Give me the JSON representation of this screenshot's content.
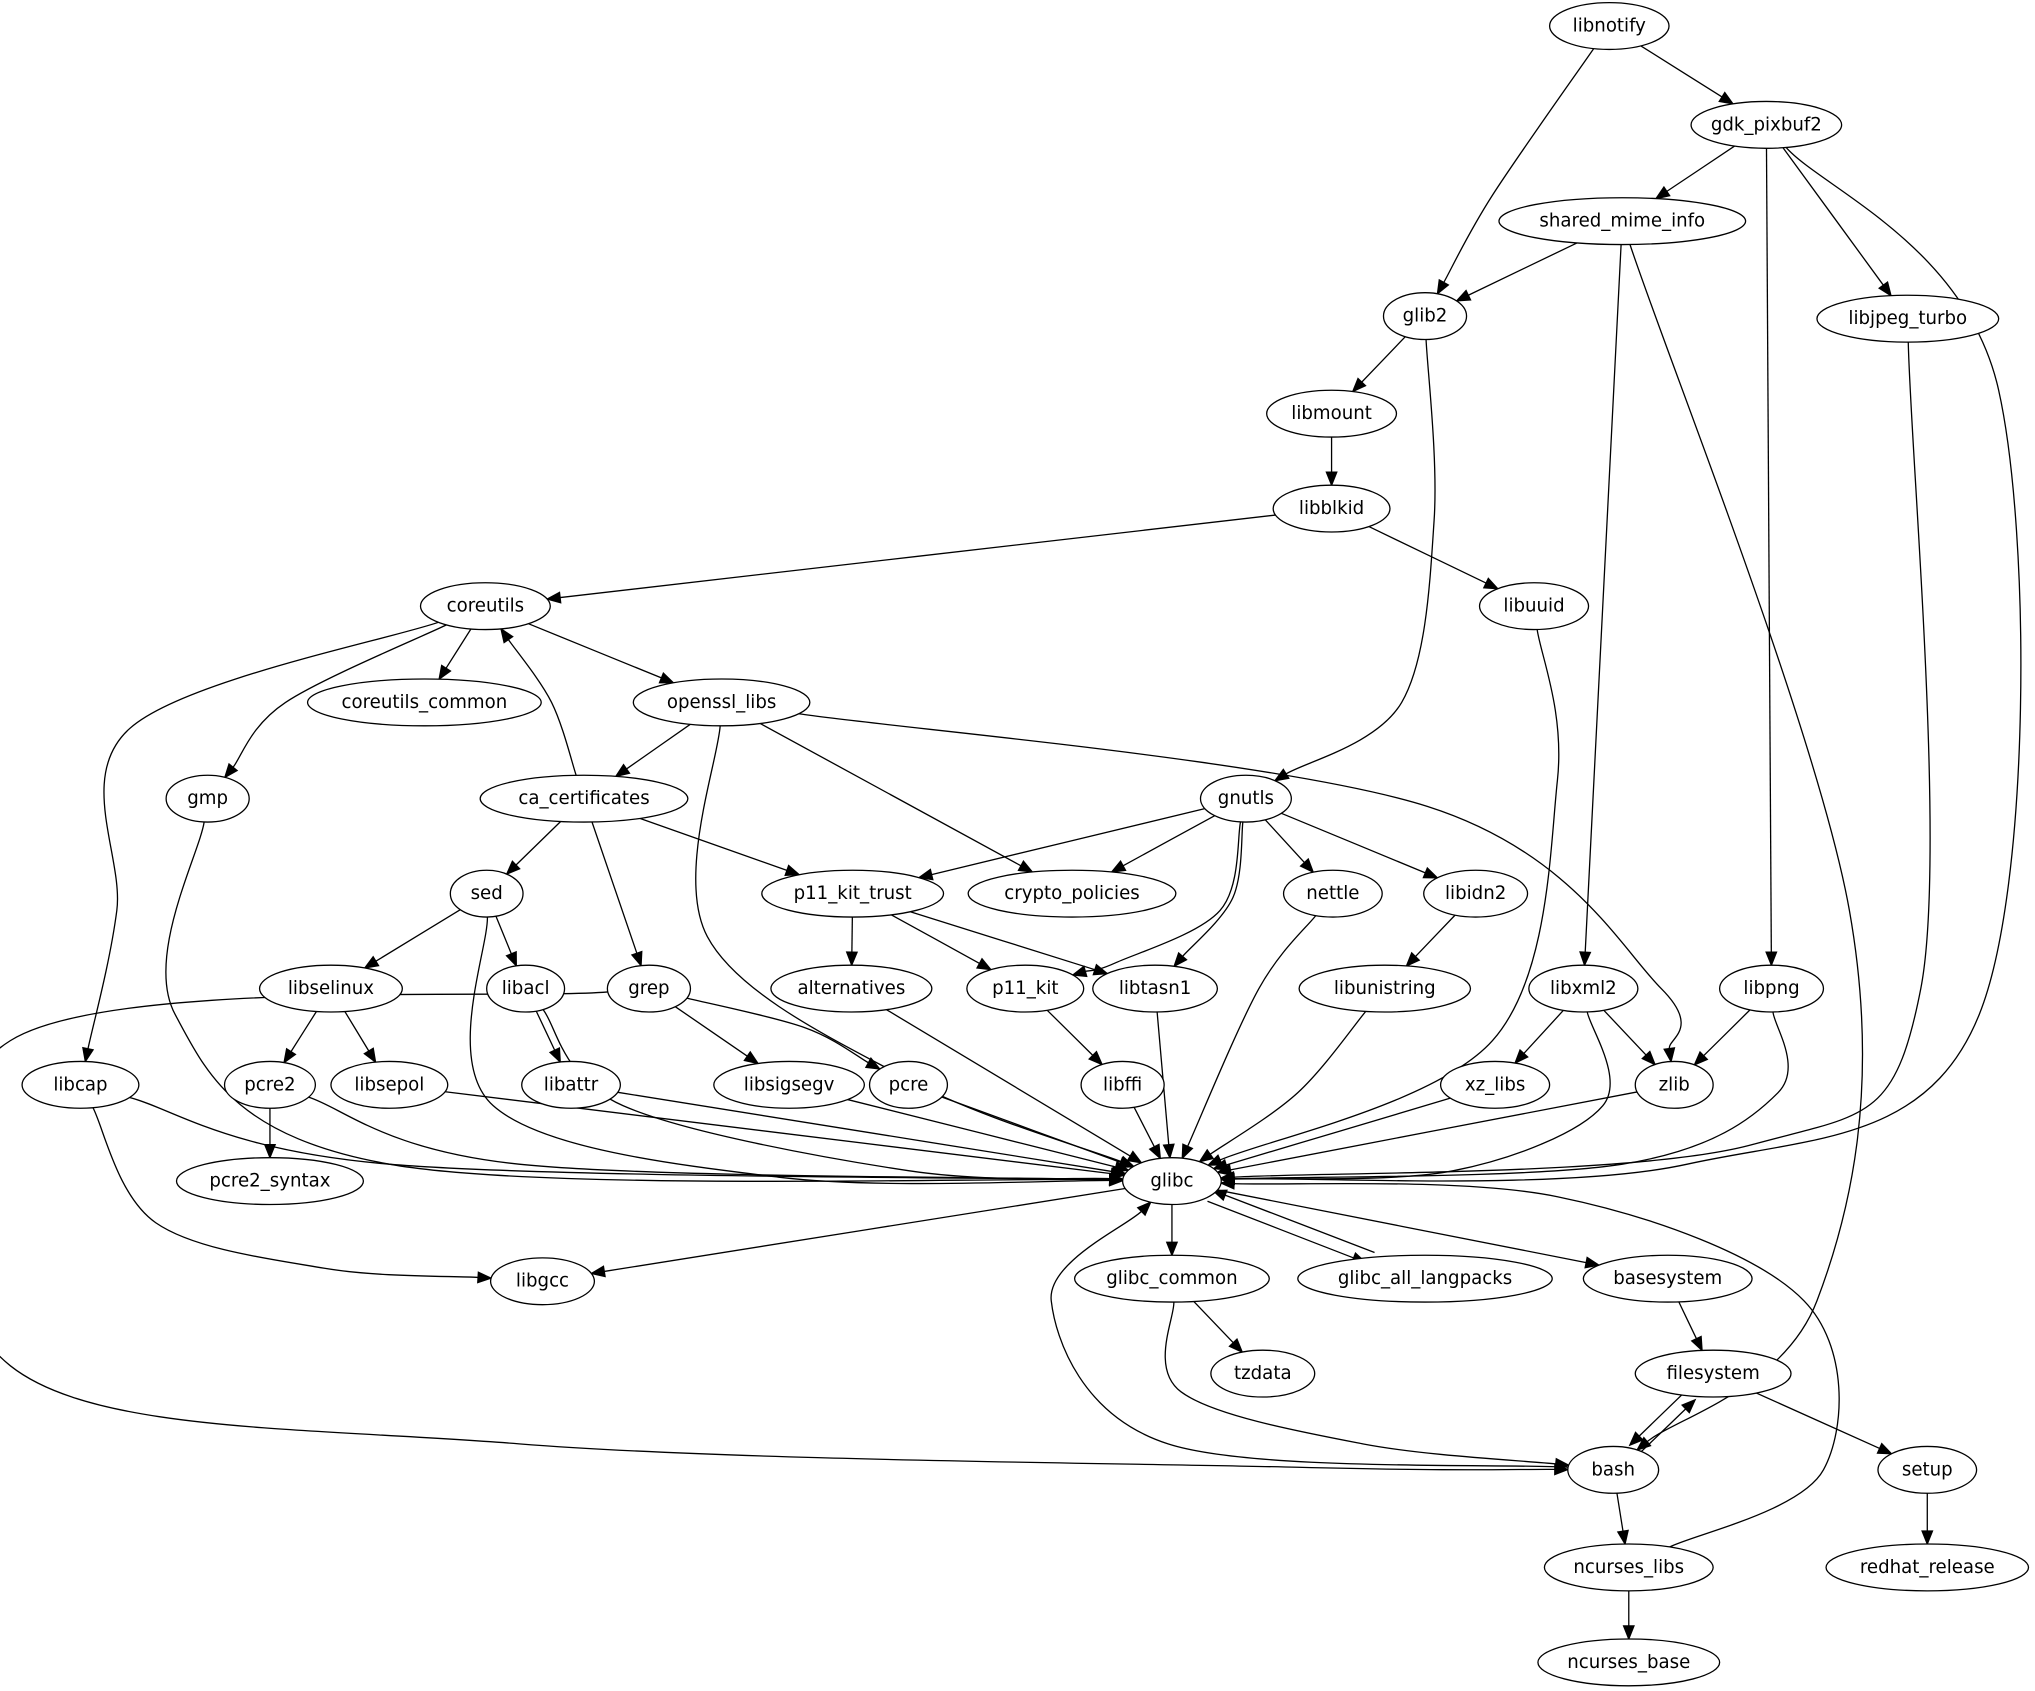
{
  "diagram": {
    "type": "dependency-graph",
    "nodes": [
      {
        "id": "libnotify",
        "label": "libnotify"
      },
      {
        "id": "gdk_pixbuf2",
        "label": "gdk_pixbuf2"
      },
      {
        "id": "shared_mime_info",
        "label": "shared_mime_info"
      },
      {
        "id": "glib2",
        "label": "glib2"
      },
      {
        "id": "libjpeg_turbo",
        "label": "libjpeg_turbo"
      },
      {
        "id": "libmount",
        "label": "libmount"
      },
      {
        "id": "libblkid",
        "label": "libblkid"
      },
      {
        "id": "coreutils",
        "label": "coreutils"
      },
      {
        "id": "libuuid",
        "label": "libuuid"
      },
      {
        "id": "coreutils_common",
        "label": "coreutils_common"
      },
      {
        "id": "openssl_libs",
        "label": "openssl_libs"
      },
      {
        "id": "gmp",
        "label": "gmp"
      },
      {
        "id": "ca_certificates",
        "label": "ca_certificates"
      },
      {
        "id": "gnutls",
        "label": "gnutls"
      },
      {
        "id": "sed",
        "label": "sed"
      },
      {
        "id": "p11_kit_trust",
        "label": "p11_kit_trust"
      },
      {
        "id": "crypto_policies",
        "label": "crypto_policies"
      },
      {
        "id": "nettle",
        "label": "nettle"
      },
      {
        "id": "libidn2",
        "label": "libidn2"
      },
      {
        "id": "libselinux",
        "label": "libselinux"
      },
      {
        "id": "libacl",
        "label": "libacl"
      },
      {
        "id": "grep",
        "label": "grep"
      },
      {
        "id": "alternatives",
        "label": "alternatives"
      },
      {
        "id": "p11_kit",
        "label": "p11_kit"
      },
      {
        "id": "libtasn1",
        "label": "libtasn1"
      },
      {
        "id": "libunistring",
        "label": "libunistring"
      },
      {
        "id": "libxml2",
        "label": "libxml2"
      },
      {
        "id": "libpng",
        "label": "libpng"
      },
      {
        "id": "libcap",
        "label": "libcap"
      },
      {
        "id": "pcre2",
        "label": "pcre2"
      },
      {
        "id": "libsepol",
        "label": "libsepol"
      },
      {
        "id": "libattr",
        "label": "libattr"
      },
      {
        "id": "libsigsegv",
        "label": "libsigsegv"
      },
      {
        "id": "pcre",
        "label": "pcre"
      },
      {
        "id": "libffi",
        "label": "libffi"
      },
      {
        "id": "xz_libs",
        "label": "xz_libs"
      },
      {
        "id": "zlib",
        "label": "zlib"
      },
      {
        "id": "pcre2_syntax",
        "label": "pcre2_syntax"
      },
      {
        "id": "glibc",
        "label": "glibc"
      },
      {
        "id": "libgcc",
        "label": "libgcc"
      },
      {
        "id": "glibc_common",
        "label": "glibc_common"
      },
      {
        "id": "glibc_all_langpacks",
        "label": "glibc_all_langpacks"
      },
      {
        "id": "basesystem",
        "label": "basesystem"
      },
      {
        "id": "tzdata",
        "label": "tzdata"
      },
      {
        "id": "filesystem",
        "label": "filesystem"
      },
      {
        "id": "bash",
        "label": "bash"
      },
      {
        "id": "setup",
        "label": "setup"
      },
      {
        "id": "ncurses_libs",
        "label": "ncurses_libs"
      },
      {
        "id": "redhat_release",
        "label": "redhat_release"
      },
      {
        "id": "ncurses_base",
        "label": "ncurses_base"
      }
    ],
    "edges": [
      [
        "libnotify",
        "glib2"
      ],
      [
        "libnotify",
        "gdk_pixbuf2"
      ],
      [
        "gdk_pixbuf2",
        "shared_mime_info"
      ],
      [
        "gdk_pixbuf2",
        "libpng"
      ],
      [
        "gdk_pixbuf2",
        "libjpeg_turbo"
      ],
      [
        "gdk_pixbuf2",
        "glibc"
      ],
      [
        "shared_mime_info",
        "glib2"
      ],
      [
        "shared_mime_info",
        "libxml2"
      ],
      [
        "shared_mime_info",
        "bash"
      ],
      [
        "glib2",
        "libmount"
      ],
      [
        "glib2",
        "gnutls"
      ],
      [
        "libjpeg_turbo",
        "glibc"
      ],
      [
        "libmount",
        "libblkid"
      ],
      [
        "libblkid",
        "coreutils"
      ],
      [
        "libblkid",
        "libuuid"
      ],
      [
        "libuuid",
        "glibc"
      ],
      [
        "coreutils",
        "coreutils_common"
      ],
      [
        "coreutils",
        "openssl_libs"
      ],
      [
        "coreutils",
        "gmp"
      ],
      [
        "coreutils",
        "libcap"
      ],
      [
        "openssl_libs",
        "ca_certificates"
      ],
      [
        "openssl_libs",
        "crypto_policies"
      ],
      [
        "openssl_libs",
        "zlib"
      ],
      [
        "openssl_libs",
        "glibc"
      ],
      [
        "ca_certificates",
        "coreutils"
      ],
      [
        "ca_certificates",
        "sed"
      ],
      [
        "ca_certificates",
        "grep"
      ],
      [
        "ca_certificates",
        "p11_kit_trust"
      ],
      [
        "gmp",
        "glibc"
      ],
      [
        "gnutls",
        "p11_kit_trust"
      ],
      [
        "gnutls",
        "crypto_policies"
      ],
      [
        "gnutls",
        "nettle"
      ],
      [
        "gnutls",
        "libidn2"
      ],
      [
        "gnutls",
        "p11_kit"
      ],
      [
        "gnutls",
        "libtasn1"
      ],
      [
        "sed",
        "libselinux"
      ],
      [
        "sed",
        "libacl"
      ],
      [
        "sed",
        "glibc"
      ],
      [
        "p11_kit_trust",
        "alternatives"
      ],
      [
        "p11_kit_trust",
        "p11_kit"
      ],
      [
        "p11_kit_trust",
        "libtasn1"
      ],
      [
        "nettle",
        "glibc"
      ],
      [
        "libidn2",
        "libunistring"
      ],
      [
        "libselinux",
        "pcre2"
      ],
      [
        "libselinux",
        "libsepol"
      ],
      [
        "libacl",
        "libattr"
      ],
      [
        "libacl",
        "glibc"
      ],
      [
        "grep",
        "libsigsegv"
      ],
      [
        "grep",
        "pcre"
      ],
      [
        "grep",
        "bash"
      ],
      [
        "alternatives",
        "glibc"
      ],
      [
        "p11_kit",
        "libffi"
      ],
      [
        "libtasn1",
        "glibc"
      ],
      [
        "libunistring",
        "glibc"
      ],
      [
        "libxml2",
        "xz_libs"
      ],
      [
        "libxml2",
        "zlib"
      ],
      [
        "libxml2",
        "glibc"
      ],
      [
        "libpng",
        "zlib"
      ],
      [
        "libpng",
        "glibc"
      ],
      [
        "libcap",
        "glibc"
      ],
      [
        "libcap",
        "libgcc"
      ],
      [
        "pcre2",
        "pcre2_syntax"
      ],
      [
        "pcre2",
        "glibc"
      ],
      [
        "libsepol",
        "glibc"
      ],
      [
        "libattr",
        "glibc"
      ],
      [
        "libsigsegv",
        "glibc"
      ],
      [
        "pcre",
        "glibc"
      ],
      [
        "libffi",
        "glibc"
      ],
      [
        "xz_libs",
        "glibc"
      ],
      [
        "zlib",
        "glibc"
      ],
      [
        "glibc",
        "libgcc"
      ],
      [
        "glibc",
        "glibc_common"
      ],
      [
        "glibc",
        "glibc_all_langpacks"
      ],
      [
        "glibc",
        "basesystem"
      ],
      [
        "glibc_all_langpacks",
        "glibc"
      ],
      [
        "glibc_common",
        "tzdata"
      ],
      [
        "glibc_common",
        "bash"
      ],
      [
        "basesystem",
        "filesystem"
      ],
      [
        "filesystem",
        "bash"
      ],
      [
        "filesystem",
        "setup"
      ],
      [
        "bash",
        "filesystem"
      ],
      [
        "bash",
        "glibc"
      ],
      [
        "bash",
        "ncurses_libs"
      ],
      [
        "ncurses_libs",
        "glibc"
      ],
      [
        "ncurses_libs",
        "ncurses_base"
      ],
      [
        "setup",
        "redhat_release"
      ]
    ]
  }
}
